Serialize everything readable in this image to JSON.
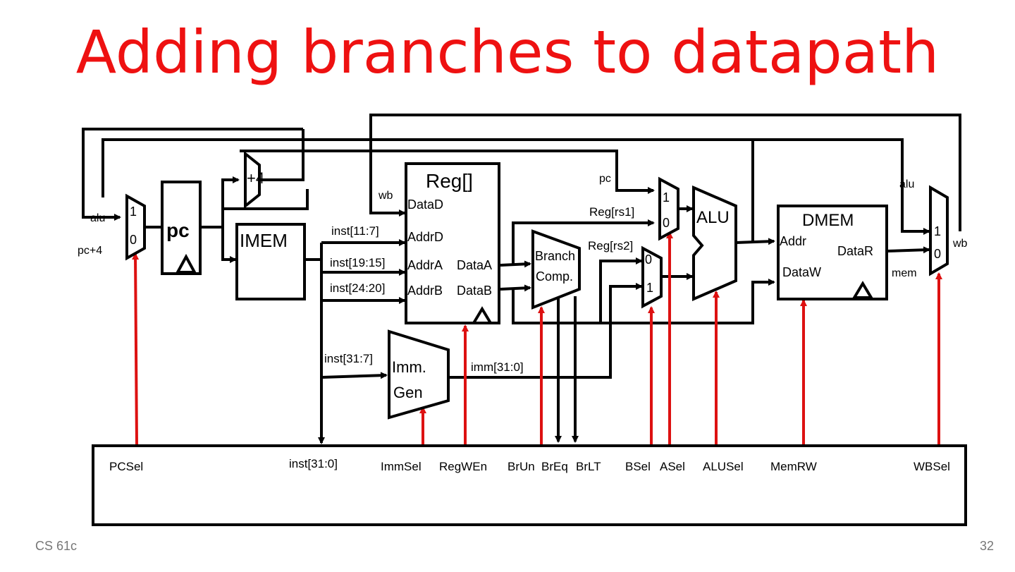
{
  "title": "Adding branches to datapath",
  "footer": {
    "course": "CS 61c",
    "page": "32"
  },
  "colors": {
    "title": "#ee1111",
    "control_wire": "#dd1111",
    "wire": "#000000"
  },
  "blocks": {
    "pc": "pc",
    "adder": "+4",
    "imem": "IMEM",
    "reg": {
      "title": "Reg[]",
      "datad": "DataD",
      "addrd": "AddrD",
      "addra": "AddrA",
      "addrb": "AddrB",
      "dataa": "DataA",
      "datab": "DataB"
    },
    "branch_comp": [
      "Branch",
      "Comp."
    ],
    "imm_gen": [
      "Imm.",
      "Gen"
    ],
    "alu": "ALU",
    "dmem": {
      "title": "DMEM",
      "addr": "Addr",
      "datar": "DataR",
      "dataw": "DataW"
    }
  },
  "mux_labels": {
    "pc_mux": [
      "1",
      "0"
    ],
    "a_mux": [
      "1",
      "0"
    ],
    "b_mux": [
      "0",
      "1"
    ],
    "wb_mux": [
      "1",
      "0"
    ]
  },
  "wire_labels": {
    "alu_left": "alu",
    "pc_plus_4": "pc+4",
    "wb_left": "wb",
    "inst_11_7": "inst[11:7]",
    "inst_19_15": "inst[19:15]",
    "inst_24_20": "inst[24:20]",
    "inst_31_7": "inst[31:7]",
    "imm": "imm[31:0]",
    "pc_right": "pc",
    "reg_rs1": "Reg[rs1]",
    "reg_rs2": "Reg[rs2]",
    "alu_right": "alu",
    "wb_right": "wb",
    "mem": "mem"
  },
  "control": {
    "inst": "inst[31:0]",
    "signals": [
      "PCSel",
      "ImmSel",
      "RegWEn",
      "BrUn",
      "BrEq",
      "BrLT",
      "BSel",
      "ASel",
      "ALUSel",
      "MemRW",
      "WBSel"
    ]
  }
}
